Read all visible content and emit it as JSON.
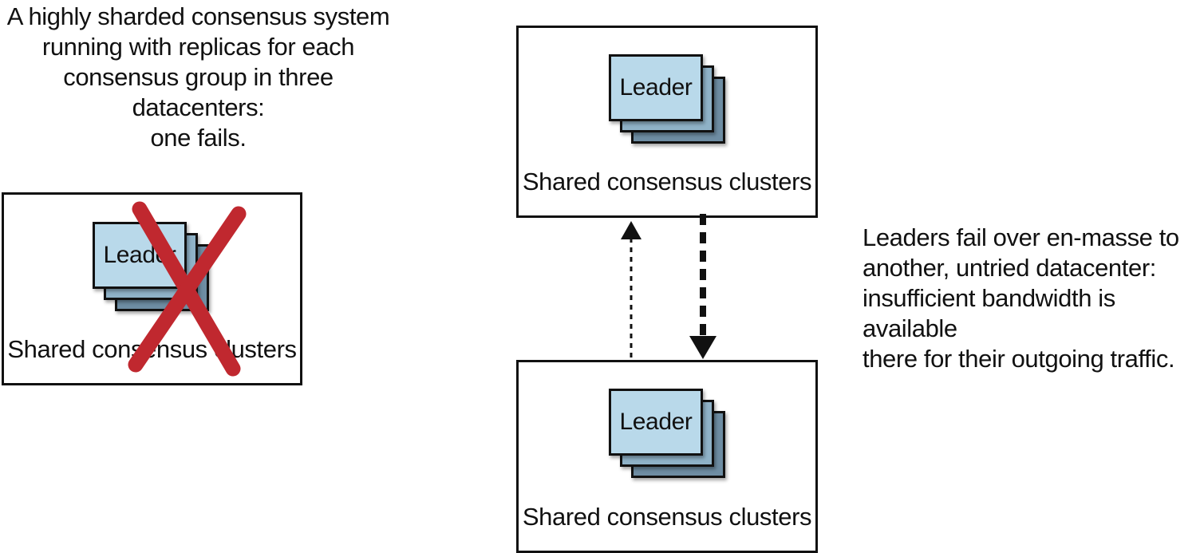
{
  "caption_left": "A highly sharded consensus system\nrunning with replicas for each\nconsensus group in three datacenters:\none fails.",
  "caption_right": "Leaders fail over en-masse to\nanother, untried datacenter:\ninsufficient bandwidth is available\nthere for their outgoing traffic.",
  "datacenters": [
    {
      "leader_label": "Leader",
      "cluster_label": "Shared consensus clusters",
      "state": "failed"
    },
    {
      "leader_label": "Leader",
      "cluster_label": "Shared consensus clusters",
      "state": "ok"
    },
    {
      "leader_label": "Leader",
      "cluster_label": "Shared consensus clusters",
      "state": "ok"
    }
  ],
  "colors": {
    "leader_front": "#b9d9ea",
    "leader_mid": "#8fb2c7",
    "leader_back": "#6e8da3",
    "failure_mark": "#c0282f",
    "stroke": "#111111"
  },
  "icons": {
    "failure": "x-mark-icon",
    "link_up": "dotted-arrow-up-icon",
    "link_down": "dashed-arrow-down-icon"
  }
}
